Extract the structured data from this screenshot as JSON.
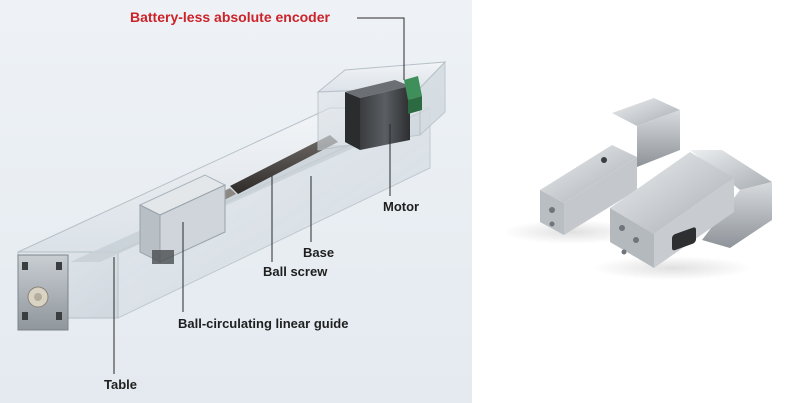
{
  "labels": {
    "encoder": "Battery-less absolute encoder",
    "motor": "Motor",
    "base": "Base",
    "ball_screw": "Ball screw",
    "linear_guide": "Ball-circulating linear guide",
    "table": "Table"
  },
  "colors": {
    "highlight_label": "#cc2229",
    "label": "#1f1f1f",
    "panel_background": "#e8edf2",
    "leader_line": "#2a2a2a"
  },
  "images": {
    "left": "exploded-actuator-drawing",
    "right": "actuator-product-photo"
  }
}
